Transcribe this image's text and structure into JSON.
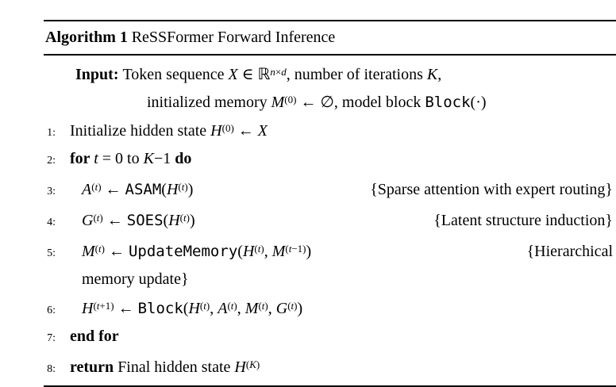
{
  "page": {
    "background": "#ffffff",
    "text_color": "#000000",
    "rule_color": "#000000"
  },
  "algorithm": {
    "header": {
      "label": "Algorithm 1",
      "title": "ReSSFormer Forward Inference"
    },
    "input": {
      "label": "Input:",
      "line1": [
        {
          "t": "Token sequence ",
          "s": "rm"
        },
        {
          "t": "X",
          "s": "it"
        },
        {
          "t": " ∈ ",
          "s": "rm"
        },
        {
          "t": "ℝ",
          "s": "bb"
        },
        {
          "t": "n",
          "s": "sup-it"
        },
        {
          "t": "×",
          "s": "sup"
        },
        {
          "t": "d",
          "s": "sup-it"
        },
        {
          "t": ", number of iterations ",
          "s": "rm"
        },
        {
          "t": "K",
          "s": "it"
        },
        {
          "t": ",",
          "s": "rm"
        }
      ],
      "line2": [
        {
          "t": "initialized memory ",
          "s": "rm"
        },
        {
          "t": "M",
          "s": "it"
        },
        {
          "t": "(0)",
          "s": "sup"
        },
        {
          "t": " ← ∅, model block ",
          "s": "rm"
        },
        {
          "t": "Block",
          "s": "tt"
        },
        {
          "t": "(·)",
          "s": "rm"
        }
      ]
    },
    "rows": [
      {
        "number": "1:",
        "content": [
          {
            "t": "Initialize hidden state ",
            "s": "rm"
          },
          {
            "t": "H",
            "s": "it"
          },
          {
            "t": "(0)",
            "s": "sup"
          },
          {
            "t": " ← ",
            "s": "rm"
          },
          {
            "t": "X",
            "s": "it"
          }
        ],
        "comment": null
      },
      {
        "number": "2:",
        "content": [
          {
            "t": "for ",
            "s": "b"
          },
          {
            "t": "t",
            "s": "it"
          },
          {
            "t": " = 0 to ",
            "s": "rm"
          },
          {
            "t": "K",
            "s": "it"
          },
          {
            "t": "−1 ",
            "s": "rm"
          },
          {
            "t": "do",
            "s": "b"
          }
        ],
        "comment": null
      },
      {
        "number": "3:",
        "content": [
          {
            "t": "A",
            "s": "it"
          },
          {
            "t": "(",
            "s": "sup"
          },
          {
            "t": "t",
            "s": "sup-it"
          },
          {
            "t": ")",
            "s": "sup"
          },
          {
            "t": " ← ",
            "s": "rm"
          },
          {
            "t": "ASAM",
            "s": "tt"
          },
          {
            "t": "(",
            "s": "rm"
          },
          {
            "t": "H",
            "s": "it"
          },
          {
            "t": "(",
            "s": "sup"
          },
          {
            "t": "t",
            "s": "sup-it"
          },
          {
            "t": ")",
            "s": "sup"
          },
          {
            "t": ")",
            "s": "rm"
          }
        ],
        "comment": [
          {
            "t": "{Sparse attention with expert routing}",
            "s": "rm"
          }
        ]
      },
      {
        "number": "4:",
        "content": [
          {
            "t": "G",
            "s": "it"
          },
          {
            "t": "(",
            "s": "sup"
          },
          {
            "t": "t",
            "s": "sup-it"
          },
          {
            "t": ")",
            "s": "sup"
          },
          {
            "t": " ← ",
            "s": "rm"
          },
          {
            "t": "SOES",
            "s": "tt"
          },
          {
            "t": "(",
            "s": "rm"
          },
          {
            "t": "H",
            "s": "it"
          },
          {
            "t": "(",
            "s": "sup"
          },
          {
            "t": "t",
            "s": "sup-it"
          },
          {
            "t": ")",
            "s": "sup"
          },
          {
            "t": ")",
            "s": "rm"
          }
        ],
        "comment": [
          {
            "t": "{Latent structure induction}",
            "s": "rm"
          }
        ]
      },
      {
        "number": "5:",
        "content": [
          {
            "t": "M",
            "s": "it"
          },
          {
            "t": "(",
            "s": "sup"
          },
          {
            "t": "t",
            "s": "sup-it"
          },
          {
            "t": ")",
            "s": "sup"
          },
          {
            "t": " ← ",
            "s": "rm"
          },
          {
            "t": "UpdateMemory",
            "s": "tt"
          },
          {
            "t": "(",
            "s": "rm"
          },
          {
            "t": "H",
            "s": "it"
          },
          {
            "t": "(",
            "s": "sup"
          },
          {
            "t": "t",
            "s": "sup-it"
          },
          {
            "t": ")",
            "s": "sup"
          },
          {
            "t": ", ",
            "s": "rm"
          },
          {
            "t": "M",
            "s": "it"
          },
          {
            "t": "(",
            "s": "sup"
          },
          {
            "t": "t",
            "s": "sup-it"
          },
          {
            "t": "−1)",
            "s": "sup"
          },
          {
            "t": ")",
            "s": "rm"
          }
        ],
        "comment": [
          {
            "t": "{Hierarchical",
            "s": "rm"
          }
        ]
      },
      {
        "number": "",
        "content": [
          {
            "t": "memory update}",
            "s": "rm"
          }
        ],
        "comment": null
      },
      {
        "number": "6:",
        "content": [
          {
            "t": "H",
            "s": "it"
          },
          {
            "t": "(",
            "s": "sup"
          },
          {
            "t": "t",
            "s": "sup-it"
          },
          {
            "t": "+1)",
            "s": "sup"
          },
          {
            "t": " ← ",
            "s": "rm"
          },
          {
            "t": "Block",
            "s": "tt"
          },
          {
            "t": "(",
            "s": "rm"
          },
          {
            "t": "H",
            "s": "it"
          },
          {
            "t": "(",
            "s": "sup"
          },
          {
            "t": "t",
            "s": "sup-it"
          },
          {
            "t": ")",
            "s": "sup"
          },
          {
            "t": ", ",
            "s": "rm"
          },
          {
            "t": "A",
            "s": "it"
          },
          {
            "t": "(",
            "s": "sup"
          },
          {
            "t": "t",
            "s": "sup-it"
          },
          {
            "t": ")",
            "s": "sup"
          },
          {
            "t": ", ",
            "s": "rm"
          },
          {
            "t": "M",
            "s": "it"
          },
          {
            "t": "(",
            "s": "sup"
          },
          {
            "t": "t",
            "s": "sup-it"
          },
          {
            "t": ")",
            "s": "sup"
          },
          {
            "t": ", ",
            "s": "rm"
          },
          {
            "t": "G",
            "s": "it"
          },
          {
            "t": "(",
            "s": "sup"
          },
          {
            "t": "t",
            "s": "sup-it"
          },
          {
            "t": ")",
            "s": "sup"
          },
          {
            "t": ")",
            "s": "rm"
          }
        ],
        "comment": null
      },
      {
        "number": "7:",
        "content": [
          {
            "t": "end for",
            "s": "b"
          }
        ],
        "comment": null
      },
      {
        "number": "8:",
        "content": [
          {
            "t": "return",
            "s": "b"
          },
          {
            "t": " Final hidden state ",
            "s": "rm"
          },
          {
            "t": "H",
            "s": "it"
          },
          {
            "t": "(",
            "s": "sup"
          },
          {
            "t": "K",
            "s": "sup-it"
          },
          {
            "t": ")",
            "s": "sup"
          }
        ],
        "comment": null
      }
    ]
  }
}
